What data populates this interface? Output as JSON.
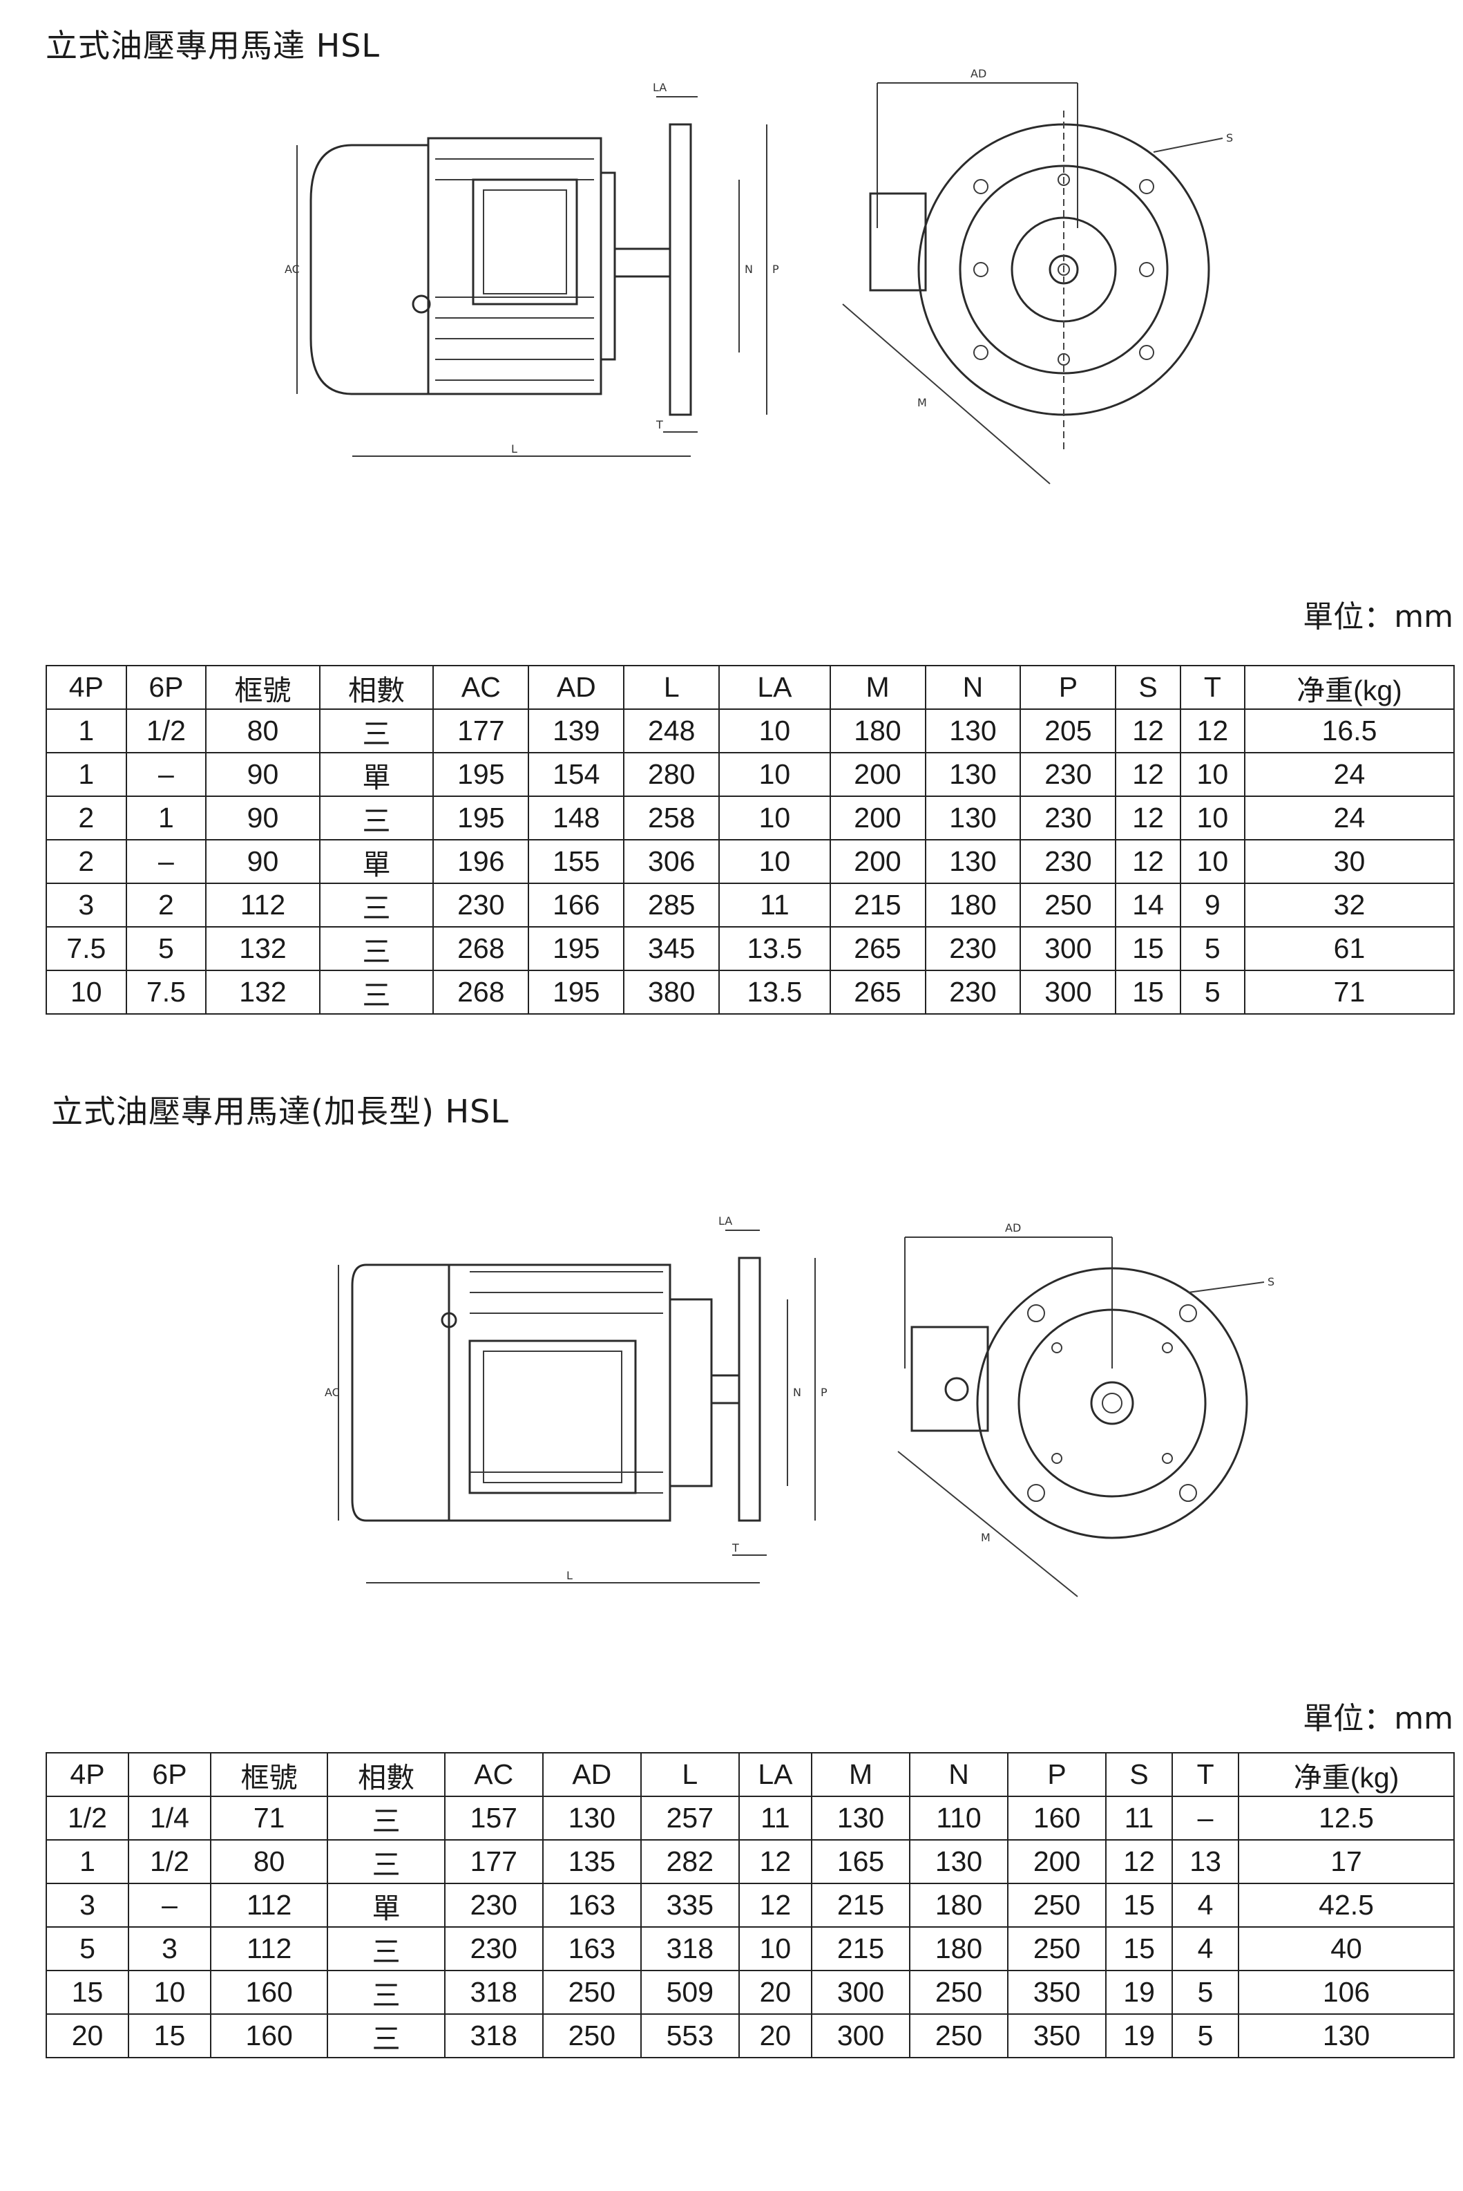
{
  "section1": {
    "title": "立式油壓專用馬達 HSL",
    "unit": "單位：mm",
    "headers": [
      "4P",
      "6P",
      "框號",
      "相數",
      "AC",
      "AD",
      "L",
      "LA",
      "M",
      "N",
      "P",
      "S",
      "T",
      "净重(kg)"
    ],
    "rows": [
      [
        "1",
        "1/2",
        "80",
        "三",
        "177",
        "139",
        "248",
        "10",
        "180",
        "130",
        "205",
        "12",
        "12",
        "16.5"
      ],
      [
        "1",
        "–",
        "90",
        "單",
        "195",
        "154",
        "280",
        "10",
        "200",
        "130",
        "230",
        "12",
        "10",
        "24"
      ],
      [
        "2",
        "1",
        "90",
        "三",
        "195",
        "148",
        "258",
        "10",
        "200",
        "130",
        "230",
        "12",
        "10",
        "24"
      ],
      [
        "2",
        "–",
        "90",
        "單",
        "196",
        "155",
        "306",
        "10",
        "200",
        "130",
        "230",
        "12",
        "10",
        "30"
      ],
      [
        "3",
        "2",
        "112",
        "三",
        "230",
        "166",
        "285",
        "11",
        "215",
        "180",
        "250",
        "14",
        "9",
        "32"
      ],
      [
        "7.5",
        "5",
        "132",
        "三",
        "268",
        "195",
        "345",
        "13.5",
        "265",
        "230",
        "300",
        "15",
        "5",
        "61"
      ],
      [
        "10",
        "7.5",
        "132",
        "三",
        "268",
        "195",
        "380",
        "13.5",
        "265",
        "230",
        "300",
        "15",
        "5",
        "71"
      ]
    ]
  },
  "section2": {
    "title": "立式油壓專用馬達(加長型) HSL",
    "unit": "單位：mm",
    "headers": [
      "4P",
      "6P",
      "框號",
      "相數",
      "AC",
      "AD",
      "L",
      "LA",
      "M",
      "N",
      "P",
      "S",
      "T",
      "净重(kg)"
    ],
    "rows": [
      [
        "1/2",
        "1/4",
        "71",
        "三",
        "157",
        "130",
        "257",
        "11",
        "130",
        "110",
        "160",
        "11",
        "–",
        "12.5"
      ],
      [
        "1",
        "1/2",
        "80",
        "三",
        "177",
        "135",
        "282",
        "12",
        "165",
        "130",
        "200",
        "12",
        "13",
        "17"
      ],
      [
        "3",
        "–",
        "112",
        "單",
        "230",
        "163",
        "335",
        "12",
        "215",
        "180",
        "250",
        "15",
        "4",
        "42.5"
      ],
      [
        "5",
        "3",
        "112",
        "三",
        "230",
        "163",
        "318",
        "10",
        "215",
        "180",
        "250",
        "15",
        "4",
        "40"
      ],
      [
        "15",
        "10",
        "160",
        "三",
        "318",
        "250",
        "509",
        "20",
        "300",
        "250",
        "350",
        "19",
        "5",
        "106"
      ],
      [
        "20",
        "15",
        "160",
        "三",
        "318",
        "250",
        "553",
        "20",
        "300",
        "250",
        "350",
        "19",
        "5",
        "130"
      ]
    ]
  },
  "drawing_labels": {
    "LA": "LA",
    "AC": "AC",
    "N": "N",
    "P": "P",
    "T": "T",
    "L": "L",
    "AD": "AD",
    "S": "S",
    "M": "M"
  }
}
